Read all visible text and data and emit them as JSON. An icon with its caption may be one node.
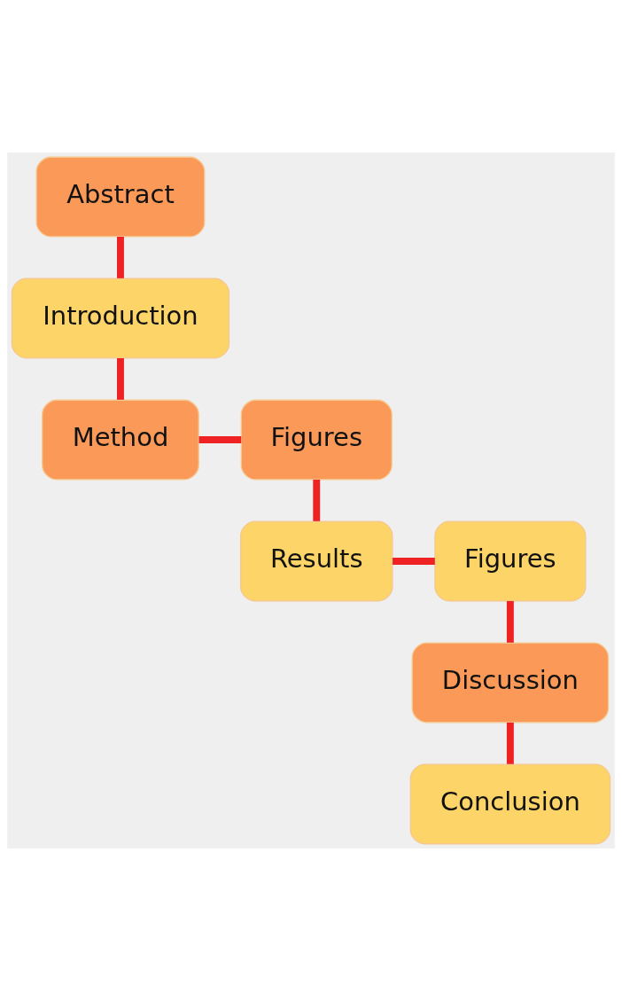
{
  "diagram": {
    "nodes": [
      {
        "text": [
          "Abstract"
        ]
      },
      {
        "text": [
          "Introduction"
        ]
      },
      {
        "text": [
          "Method"
        ]
      },
      {
        "text": [
          "Figures"
        ]
      },
      {
        "text": [
          "Results"
        ]
      },
      {
        "text": [
          "Figures"
        ]
      },
      {
        "text": [
          "Discussion"
        ]
      },
      {
        "text": [
          "Conclusion"
        ]
      }
    ],
    "edges": [
      {
        "from": 0,
        "to": 1,
        "arrow": "none"
      },
      {
        "from": 1,
        "to": 2,
        "arrow": "none"
      },
      {
        "from": 2,
        "to": 3,
        "arrow": "none"
      },
      {
        "from": 3,
        "to": 4,
        "arrow": "none"
      },
      {
        "from": 4,
        "to": 5,
        "arrow": "none"
      },
      {
        "from": 5,
        "to": 6,
        "arrow": "none"
      },
      {
        "from": 6,
        "to": 7,
        "arrow": "none"
      }
    ]
  }
}
